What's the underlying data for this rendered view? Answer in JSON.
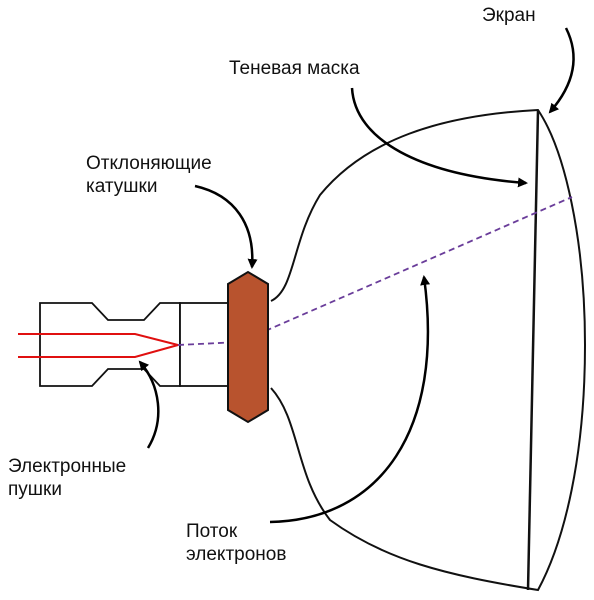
{
  "labels": {
    "screen": "Экран",
    "shadow_mask": "Теневая маска",
    "deflection_coils_line1": "Отклоняющие",
    "deflection_coils_line2": "катушки",
    "electron_guns_line1": "Электронные",
    "electron_guns_line2": "пушки",
    "electron_flow_line1": "Поток",
    "electron_flow_line2": "электронов"
  },
  "colors": {
    "outline": "#111111",
    "coil_fill": "#b8532e",
    "gun_beam": "#e01010",
    "electron_path": "#6a3d9a",
    "arrow": "#000000"
  }
}
